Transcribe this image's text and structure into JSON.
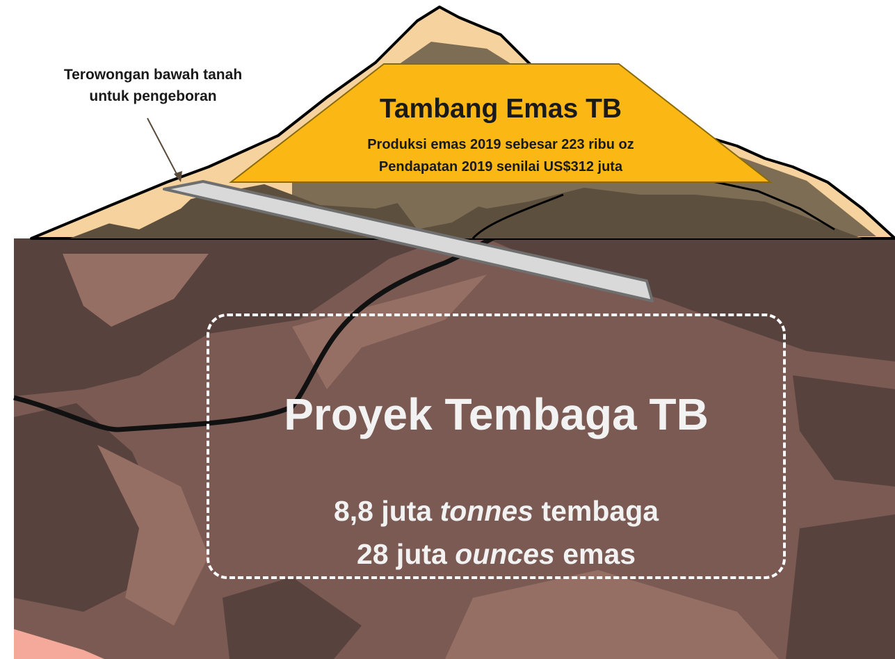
{
  "colors": {
    "underground_dark": "#57423d",
    "underground_mid": "#7a5a52",
    "underground_light": "#956e64",
    "mountain_dark": "#5d4f3e",
    "mountain_mid": "#7d6d55",
    "mountain_light": "#f5d29e",
    "gold_banner": "#fbb815",
    "tunnel": "#d9d9d9",
    "vein": "#111111",
    "dashed_border": "#ffffff"
  },
  "callout": {
    "line1": "Terowongan bawah tanah",
    "line2": "untuk pengeboran"
  },
  "gold_mine": {
    "title": "Tambang Emas TB",
    "production": "Produksi emas 2019 sebesar  223 ribu oz",
    "revenue": "Pendapatan 2019 senilai US$312 juta"
  },
  "copper_project": {
    "title": "Proyek Tembaga TB",
    "copper": {
      "amount": "8,8 juta",
      "unit": "tonnes",
      "commodity": "tembaga"
    },
    "gold": {
      "amount": "28 juta",
      "unit": "ounces",
      "commodity": "emas"
    }
  }
}
